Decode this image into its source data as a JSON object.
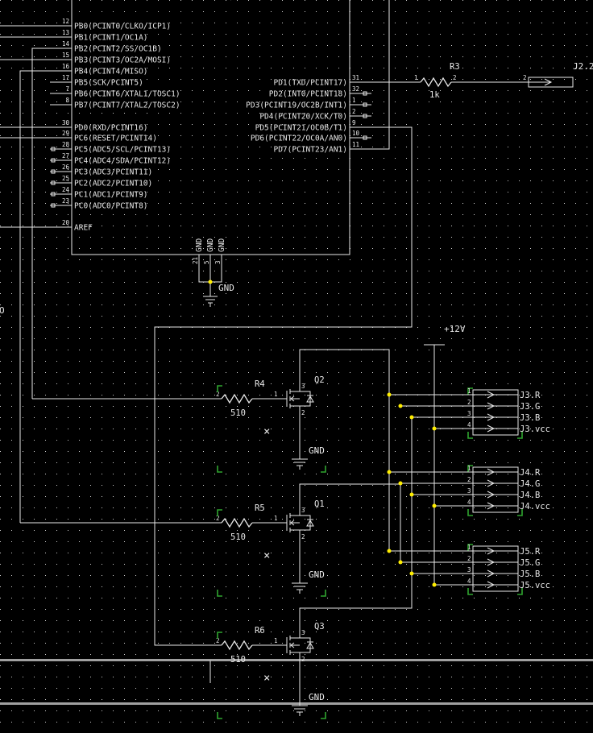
{
  "mcu": {
    "left_pins": [
      {
        "num": "12",
        "label": "PB0(PCINT0/CLKO/ICP1)"
      },
      {
        "num": "13",
        "label": "PB1(PCINT1/OC1A)"
      },
      {
        "num": "14",
        "label": "PB2(PCINT2/SS/OC1B)"
      },
      {
        "num": "15",
        "label": "PB3(PCINT3/OC2A/MOSI)"
      },
      {
        "num": "16",
        "label": "PB4(PCINT4/MISO)"
      },
      {
        "num": "17",
        "label": "PB5(SCK/PCINT5)"
      },
      {
        "num": "7",
        "label": "PB6(PCINT6/XTAL1/TOSC1)"
      },
      {
        "num": "8",
        "label": "PB7(PCINT7/XTAL2/TOSC2)"
      },
      {
        "num": "30",
        "label": "PD0(RXD/PCINT16)"
      },
      {
        "num": "29",
        "label": "PC6(RESET/PCINT14)"
      },
      {
        "num": "28",
        "label": "PC5(ADC5/SCL/PCINT13)"
      },
      {
        "num": "27",
        "label": "PC4(ADC4/SDA/PCINT12)"
      },
      {
        "num": "26",
        "label": "PC3(ADC3/PCINT11)"
      },
      {
        "num": "25",
        "label": "PC2(ADC2/PCINT10)"
      },
      {
        "num": "24",
        "label": "PC1(ADC1/PCINT9)"
      },
      {
        "num": "23",
        "label": "PC0(ADC0/PCINT8)"
      },
      {
        "num": "20",
        "label": "AREF"
      }
    ],
    "right_pins": [
      {
        "num": "31",
        "label": "PD1(TXD/PCINT17)"
      },
      {
        "num": "32",
        "label": "PD2(INT0/PCINT18)"
      },
      {
        "num": "1",
        "label": "PD3(PCINT19/OC2B/INT1)"
      },
      {
        "num": "2",
        "label": "PD4(PCINT20/XCK/T0)"
      },
      {
        "num": "9",
        "label": "PD5(PCINT21/OC0B/T1)"
      },
      {
        "num": "10",
        "label": "PD6(PCINT22/OC0A/AN0)"
      },
      {
        "num": "11",
        "label": "PD7(PCINT23/AN1)"
      }
    ],
    "gnd_pins": [
      {
        "num": "21",
        "label": "GND"
      },
      {
        "num": "5",
        "label": "GND"
      },
      {
        "num": "3",
        "label": "GND"
      }
    ]
  },
  "net_labels": {
    "gnd": "GND",
    "vcc": "+12V",
    "left_cut": "O"
  },
  "r3": {
    "name": "R3",
    "value": "1k",
    "pin1": "1",
    "pin2": "2"
  },
  "j2": {
    "label": "J2.2",
    "pin": "2"
  },
  "mosfets": [
    {
      "r_name": "R4",
      "r_value": "510",
      "q_name": "Q2",
      "pin1": "1",
      "pin2": "2",
      "pin3": "3"
    },
    {
      "r_name": "R5",
      "r_value": "510",
      "q_name": "Q1",
      "pin1": "1",
      "pin2": "2",
      "pin3": "3"
    },
    {
      "r_name": "R6",
      "r_value": "510",
      "q_name": "Q3",
      "pin1": "1",
      "pin2": "2",
      "pin3": "3"
    }
  ],
  "connectors": [
    {
      "name": "J3",
      "pins": [
        {
          "num": "1",
          "label": "J3.R"
        },
        {
          "num": "2",
          "label": "J3.G"
        },
        {
          "num": "3",
          "label": "J3.B"
        },
        {
          "num": "4",
          "label": "J3.vcc"
        }
      ]
    },
    {
      "name": "J4",
      "pins": [
        {
          "num": "1",
          "label": "J4.R"
        },
        {
          "num": "2",
          "label": "J4.G"
        },
        {
          "num": "3",
          "label": "J4.B"
        },
        {
          "num": "4",
          "label": "J4.vcc"
        }
      ]
    },
    {
      "name": "J5",
      "pins": [
        {
          "num": "1",
          "label": "J5.R"
        },
        {
          "num": "2",
          "label": "J5.G"
        },
        {
          "num": "3",
          "label": "J5.B"
        },
        {
          "num": "4",
          "label": "J5.vcc"
        }
      ]
    }
  ],
  "colors": {
    "background": "#000000",
    "wire": "#e8e8e8",
    "junction": "#ffee00",
    "origin_mark": "#2fa52f"
  }
}
